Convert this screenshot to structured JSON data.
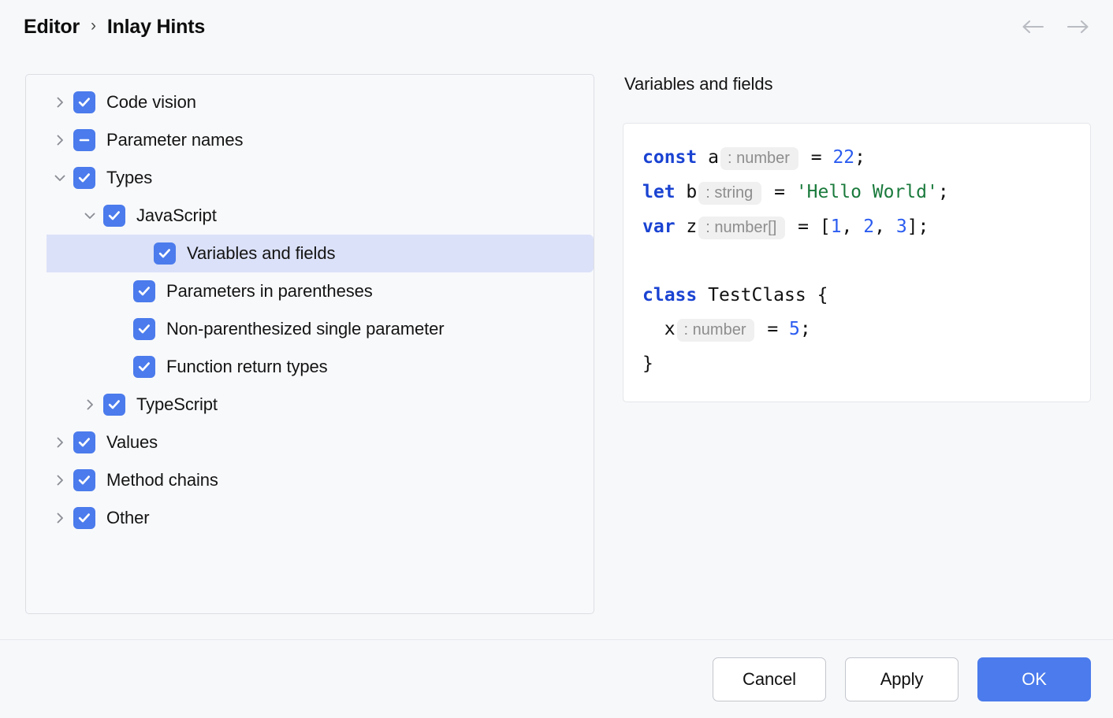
{
  "header": {
    "breadcrumb_root": "Editor",
    "breadcrumb_separator": "›",
    "breadcrumb_leaf": "Inlay Hints",
    "back_icon": "arrow-left-icon",
    "forward_icon": "arrow-right-icon"
  },
  "tree": {
    "items": [
      {
        "label": "Code vision",
        "depth": 0,
        "twisty": "chevron-right",
        "check": "checked",
        "selected": false
      },
      {
        "label": "Parameter names",
        "depth": 0,
        "twisty": "chevron-right",
        "check": "indeterminate",
        "selected": false
      },
      {
        "label": "Types",
        "depth": 0,
        "twisty": "chevron-down",
        "check": "checked",
        "selected": false
      },
      {
        "label": "JavaScript",
        "depth": 1,
        "twisty": "chevron-down",
        "check": "checked",
        "selected": false
      },
      {
        "label": "Variables and fields",
        "depth": 2,
        "twisty": "none",
        "check": "checked",
        "selected": true
      },
      {
        "label": "Parameters in parentheses",
        "depth": 2,
        "twisty": "none",
        "check": "checked",
        "selected": false
      },
      {
        "label": "Non-parenthesized single parameter",
        "depth": 2,
        "twisty": "none",
        "check": "checked",
        "selected": false
      },
      {
        "label": "Function return types",
        "depth": 2,
        "twisty": "none",
        "check": "checked",
        "selected": false
      },
      {
        "label": "TypeScript",
        "depth": 1,
        "twisty": "chevron-right",
        "check": "checked",
        "selected": false
      },
      {
        "label": "Values",
        "depth": 0,
        "twisty": "chevron-right",
        "check": "checked",
        "selected": false
      },
      {
        "label": "Method chains",
        "depth": 0,
        "twisty": "chevron-right",
        "check": "checked",
        "selected": false
      },
      {
        "label": "Other",
        "depth": 0,
        "twisty": "chevron-right",
        "check": "checked",
        "selected": false
      }
    ]
  },
  "preview": {
    "title": "Variables and fields",
    "code_lines": [
      [
        {
          "t": "kw",
          "v": "const"
        },
        {
          "t": "plain",
          "v": " a"
        },
        {
          "t": "hint",
          "v": ": number"
        },
        {
          "t": "plain",
          "v": " = "
        },
        {
          "t": "num",
          "v": "22"
        },
        {
          "t": "plain",
          "v": ";"
        }
      ],
      [
        {
          "t": "kw",
          "v": "let"
        },
        {
          "t": "plain",
          "v": " b"
        },
        {
          "t": "hint",
          "v": ": string"
        },
        {
          "t": "plain",
          "v": " = "
        },
        {
          "t": "str",
          "v": "'Hello World'"
        },
        {
          "t": "plain",
          "v": ";"
        }
      ],
      [
        {
          "t": "kw",
          "v": "var"
        },
        {
          "t": "plain",
          "v": " z"
        },
        {
          "t": "hint",
          "v": ": number[]"
        },
        {
          "t": "plain",
          "v": " = ["
        },
        {
          "t": "num",
          "v": "1"
        },
        {
          "t": "plain",
          "v": ", "
        },
        {
          "t": "num",
          "v": "2"
        },
        {
          "t": "plain",
          "v": ", "
        },
        {
          "t": "num",
          "v": "3"
        },
        {
          "t": "plain",
          "v": "];"
        }
      ],
      [],
      [
        {
          "t": "kw",
          "v": "class"
        },
        {
          "t": "plain",
          "v": " TestClass {"
        }
      ],
      [
        {
          "t": "plain",
          "v": "  x"
        },
        {
          "t": "hint",
          "v": ": number"
        },
        {
          "t": "plain",
          "v": " = "
        },
        {
          "t": "num",
          "v": "5"
        },
        {
          "t": "plain",
          "v": ";"
        }
      ],
      [
        {
          "t": "plain",
          "v": "}"
        }
      ]
    ]
  },
  "footer": {
    "cancel_label": "Cancel",
    "apply_label": "Apply",
    "ok_label": "OK"
  },
  "colors": {
    "accent": "#4b7bec",
    "selection": "#dbe1f8",
    "page_bg": "#f7f8fa",
    "hint_bg": "#f0f0f0",
    "hint_text": "#8d8d8d",
    "keyword": "#1a43d2",
    "number": "#2b5cf0",
    "string": "#1a7a3c"
  }
}
